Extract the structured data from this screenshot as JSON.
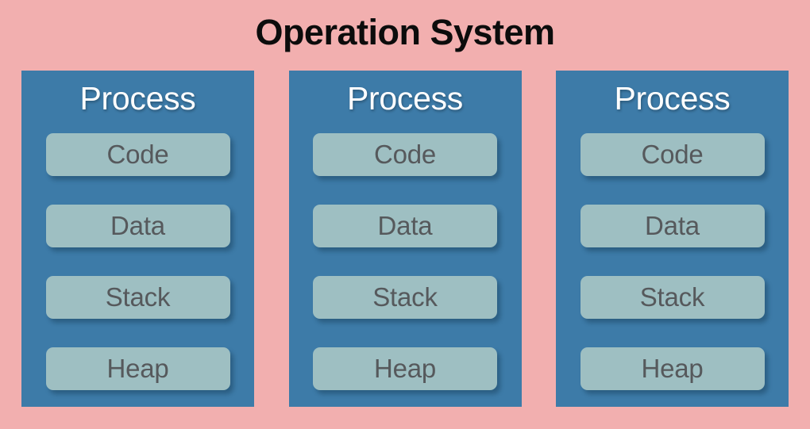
{
  "diagram": {
    "title": "Operation System",
    "background_color": "#f2afaf",
    "title_color": "#0c0c0c",
    "process_box_color": "#3d7ba8",
    "segment_color": "#9ebfc2",
    "segment_label_color": "#56595c",
    "process_title_color": "#ffffff",
    "processes": [
      {
        "title": "Process",
        "segments": [
          {
            "label": "Code"
          },
          {
            "label": "Data"
          },
          {
            "label": "Stack"
          },
          {
            "label": "Heap"
          }
        ]
      },
      {
        "title": "Process",
        "segments": [
          {
            "label": "Code"
          },
          {
            "label": "Data"
          },
          {
            "label": "Stack"
          },
          {
            "label": "Heap"
          }
        ]
      },
      {
        "title": "Process",
        "segments": [
          {
            "label": "Code"
          },
          {
            "label": "Data"
          },
          {
            "label": "Stack"
          },
          {
            "label": "Heap"
          }
        ]
      }
    ]
  }
}
